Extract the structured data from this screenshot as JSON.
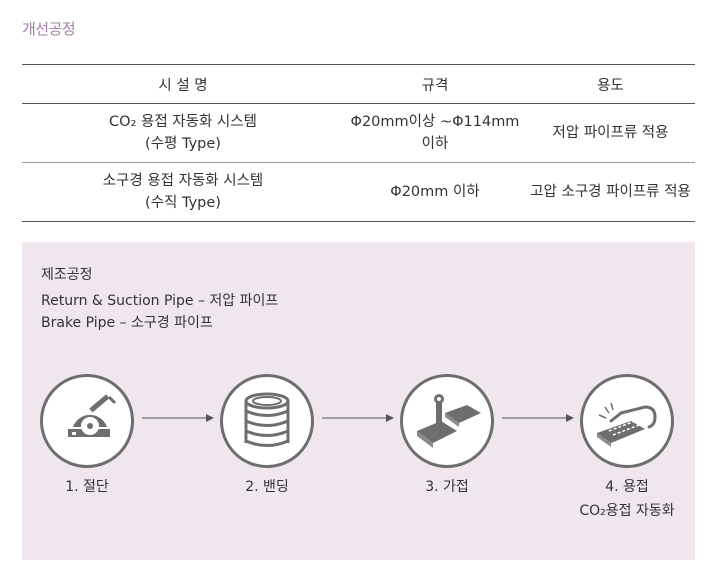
{
  "section_title": "개선공정",
  "table": {
    "headers": [
      "시 설 명",
      "규격",
      "용도"
    ],
    "rows": [
      {
        "name_line1": "CO₂ 용접 자동화 시스템",
        "name_line2": "(수평 Type)",
        "spec": "Φ20mm이상 ~Φ114mm이하",
        "use": "저압 파이프류 적용"
      },
      {
        "name_line1": "소구경 용접 자동화 시스템",
        "name_line2": "(수직 Type)",
        "spec": "Φ20mm 이하",
        "use": "고압 소구경 파이프류  적용"
      }
    ]
  },
  "process": {
    "title": "제조공정",
    "line1": "Return & Suction  Pipe – 저압 파이프",
    "line2": "Brake Pipe – 소구경 파이프",
    "steps": [
      {
        "label": "1. 절단",
        "icon": "cutting-saw-icon"
      },
      {
        "label": "2. 밴딩",
        "icon": "coiled-pipe-icon"
      },
      {
        "label": "3. 가접",
        "icon": "tack-weld-icon"
      },
      {
        "label": "4. 용접",
        "sub": "CO₂용접 자동화",
        "icon": "welding-torch-icon"
      }
    ]
  },
  "colors": {
    "title": "#a37fa5",
    "panel": "#efe6ee",
    "icon": "#6e6e6e"
  }
}
